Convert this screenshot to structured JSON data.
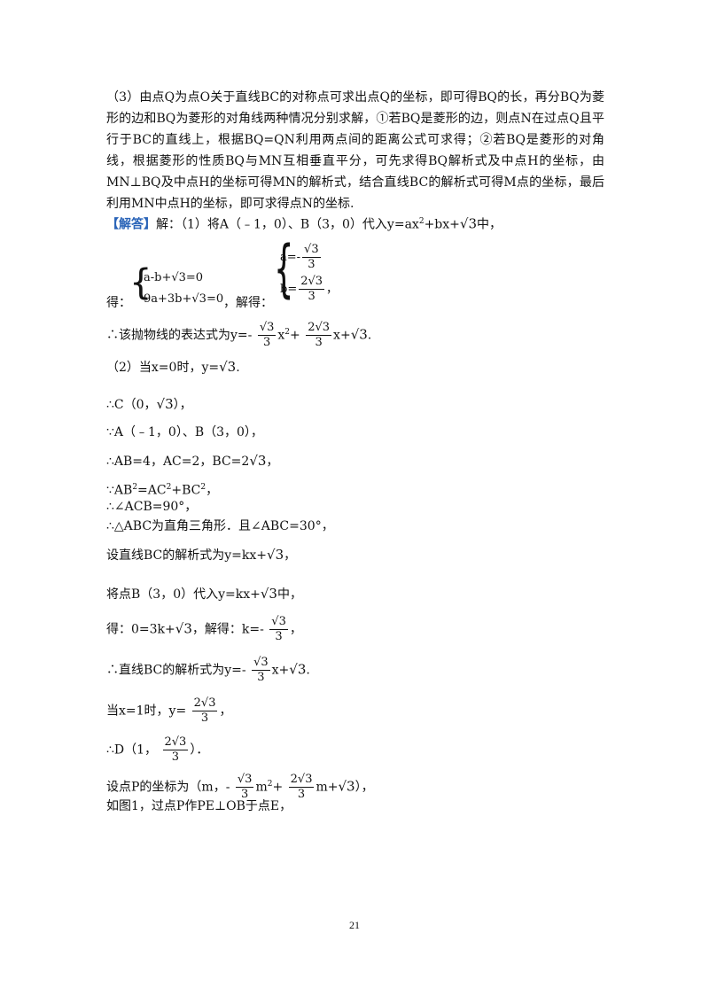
{
  "analysis_paragraph": "（3）由点Q为点O关于直线BC的对称点可求出点Q的坐标，即可得BQ的长，再分BQ为菱形的边和BQ为菱形的对角线两种情况分别求解，①若BQ是菱形的边，则点N在过点Q且平行于BC的直线上，根据BQ=QN利用两点间的距离公式可求得；②若BQ是菱形的对角线，根据菱形的性质BQ与MN互相垂直平分，可先求得BQ解析式及中点H的坐标，由MN⊥BQ及中点H的坐标可得MN的解析式，结合直线BC的解析式可得M点的坐标，最后利用MN中点H的坐标，即可求得点N的坐标.",
  "answer_tag": "【解答】",
  "l1": {
    "a": "解：（1）将A（﹣1，0）、B（3，0）代入y=ax",
    "b": "+bx+",
    "c": "中，"
  },
  "sys1": {
    "prefix": "得：",
    "eq1": "a-b+√3=0",
    "eq2": "9a+3b+√3=0",
    "mid": "，解得：",
    "s1": "a=-",
    "s2": "b=",
    "end": "，"
  },
  "l_parabola": {
    "a": "∴该抛物线的表达式为y=",
    "b": "x",
    "c": "+",
    "d": "x+",
    "e": "."
  },
  "l2": {
    "a": "（2）当x=0时，y=",
    "b": "."
  },
  "l3": {
    "a": "∴C（0，",
    "b": "），"
  },
  "l4": "∵A（﹣1，0）、B（3，0），",
  "l5": {
    "a": "∴AB=4，AC=2，BC=2",
    "b": "，"
  },
  "l6": {
    "a": "∵AB",
    "b": "=AC",
    "c": "+BC",
    "d": "，"
  },
  "l7": "∴∠ACB=90°，",
  "l8": "∴△ABC为直角三角形．且∠ABC=30°，",
  "l9": {
    "a": "设直线BC的解析式为y=kx+",
    "b": "，"
  },
  "l10": {
    "a": "将点B（3，0）代入y=kx+",
    "b": "中，"
  },
  "l11": {
    "a": "得：0=3k+",
    "b": "，解得：k=",
    "c": "，"
  },
  "l12": {
    "a": "∴直线BC的解析式为y=",
    "b": "x+",
    "c": "."
  },
  "l13": {
    "a": "当x=1时，y=",
    "b": "，"
  },
  "l14": {
    "a": "∴D（1，",
    "b": "）．"
  },
  "l15": {
    "a": "设点P的坐标为（m，",
    "b": "m",
    "c": "+",
    "d": "m+",
    "e": "），"
  },
  "l16": "如图1，过点P作PE⊥OB于点E，",
  "sym": {
    "sqrt3": "√3",
    "two_sqrt3": "2√3",
    "three": "3",
    "minus": "-",
    "sq": "2"
  },
  "page_number": "21"
}
